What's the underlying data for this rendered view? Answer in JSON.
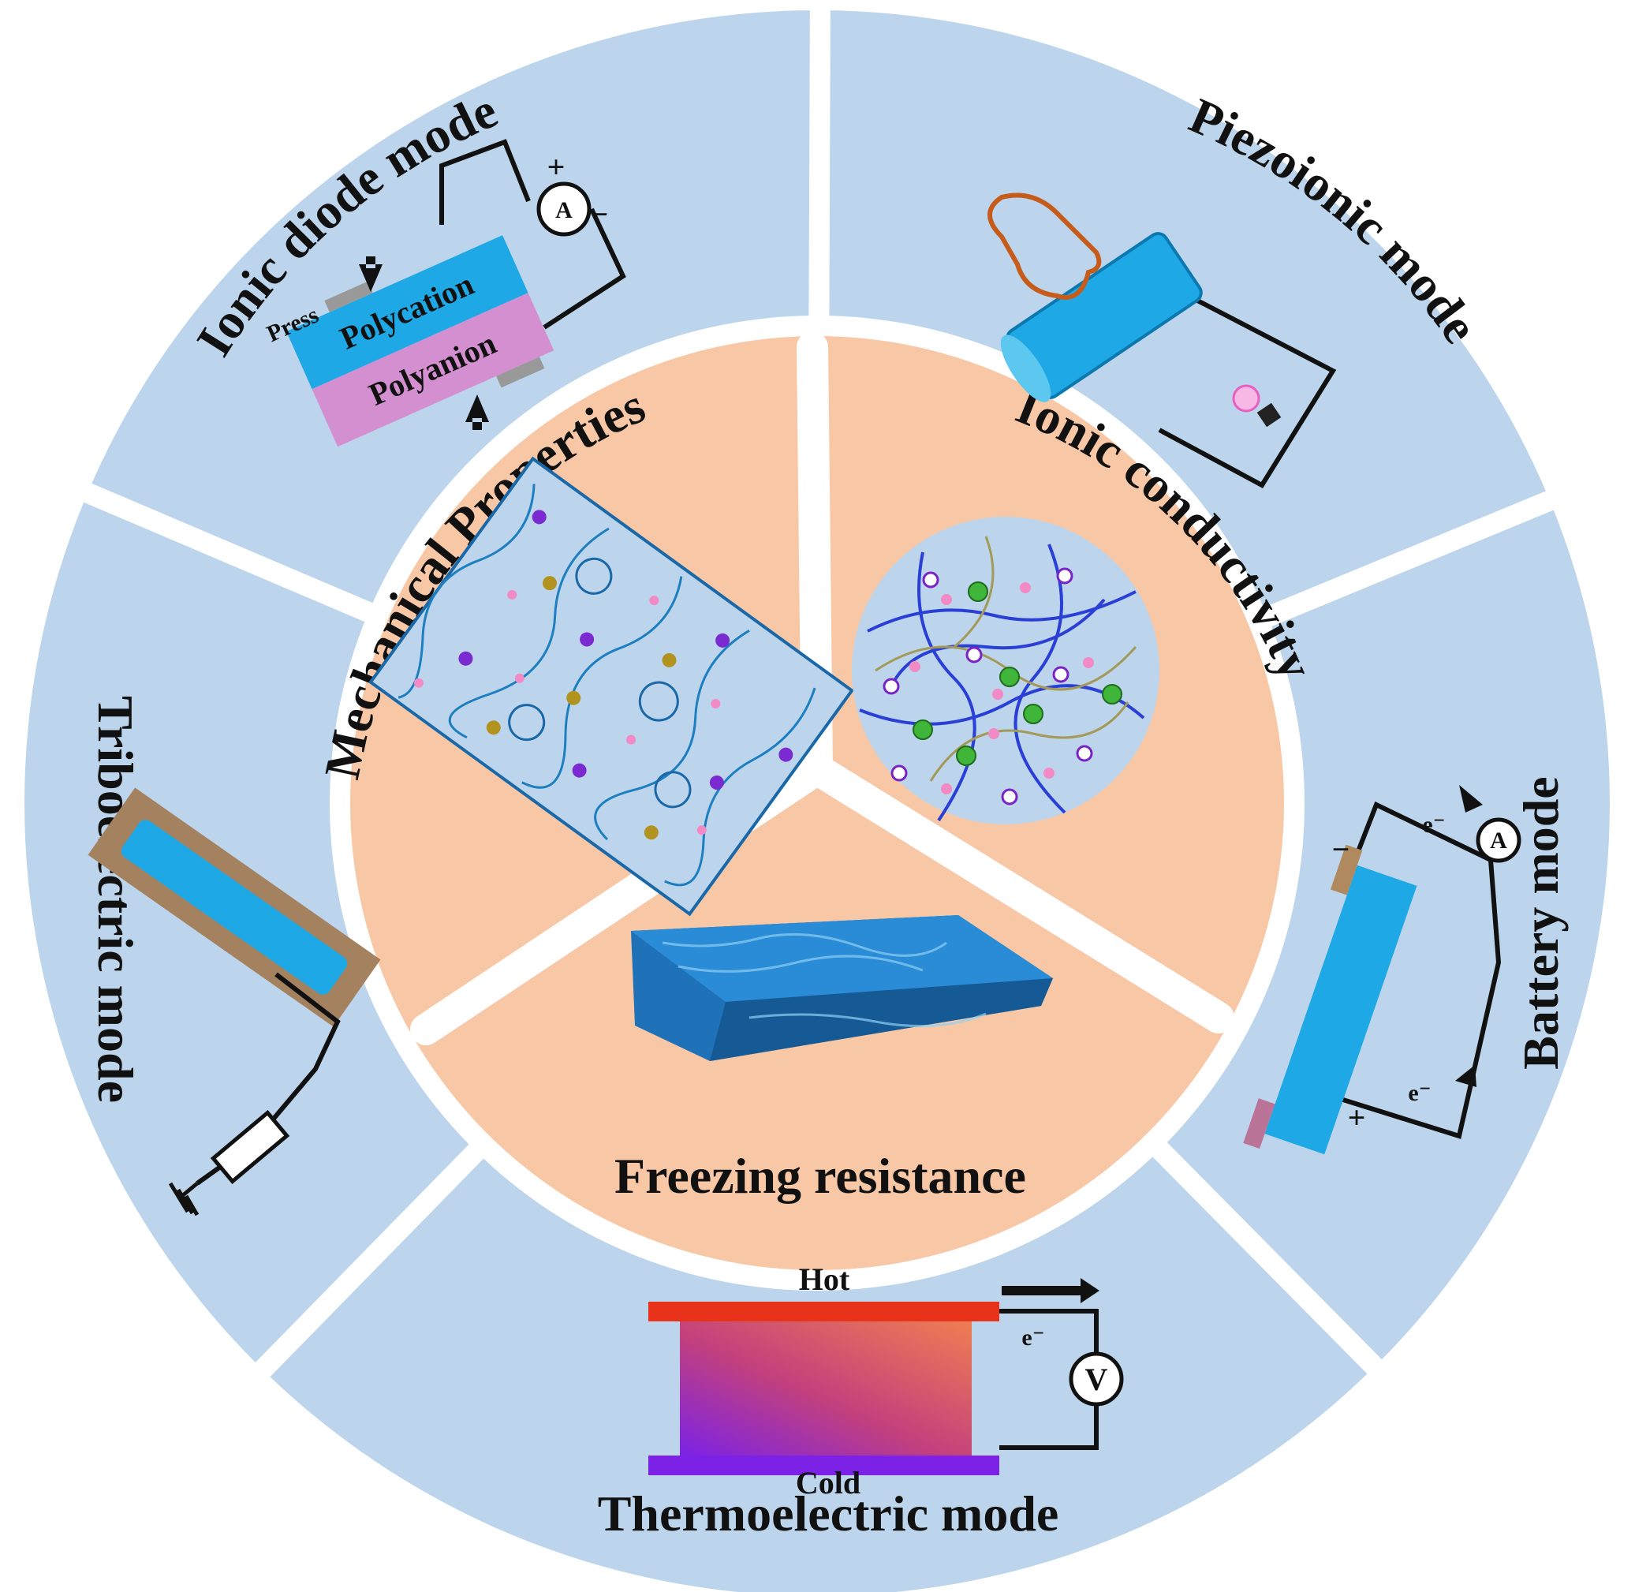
{
  "outer_modes": {
    "ionic_diode": "Ionic diode mode",
    "piezoionic": "Piezoionic mode",
    "battery": "Battery mode",
    "thermoelectric": "Thermoelectric mode",
    "triboelectric": "Triboelectric mode"
  },
  "inner_properties": {
    "mechanical": "Mechanical Properties",
    "ionic_conductivity": "Ionic conductivity",
    "freezing": "Freezing resistance"
  },
  "ionic_diode": {
    "press": "Press",
    "polycation": "Polycation",
    "polyanion": "Polyanion",
    "plus": "+",
    "minus": "−",
    "meter": "A"
  },
  "battery": {
    "electron_top": "e⁻",
    "electron_bottom": "e⁻",
    "minus": "−",
    "plus": "+",
    "meter": "A"
  },
  "thermoelectric": {
    "hot": "Hot",
    "cold": "Cold",
    "electron": "e⁻",
    "meter": "V"
  },
  "colors": {
    "outer_ring": "#bcd5ec",
    "inner_circle": "#f8c8a6",
    "hydrogel_blue": "#1ea8e6",
    "polyanion_pink": "#d48fd0",
    "hot_red": "#e8331a",
    "cold_purple": "#7b22e6"
  }
}
